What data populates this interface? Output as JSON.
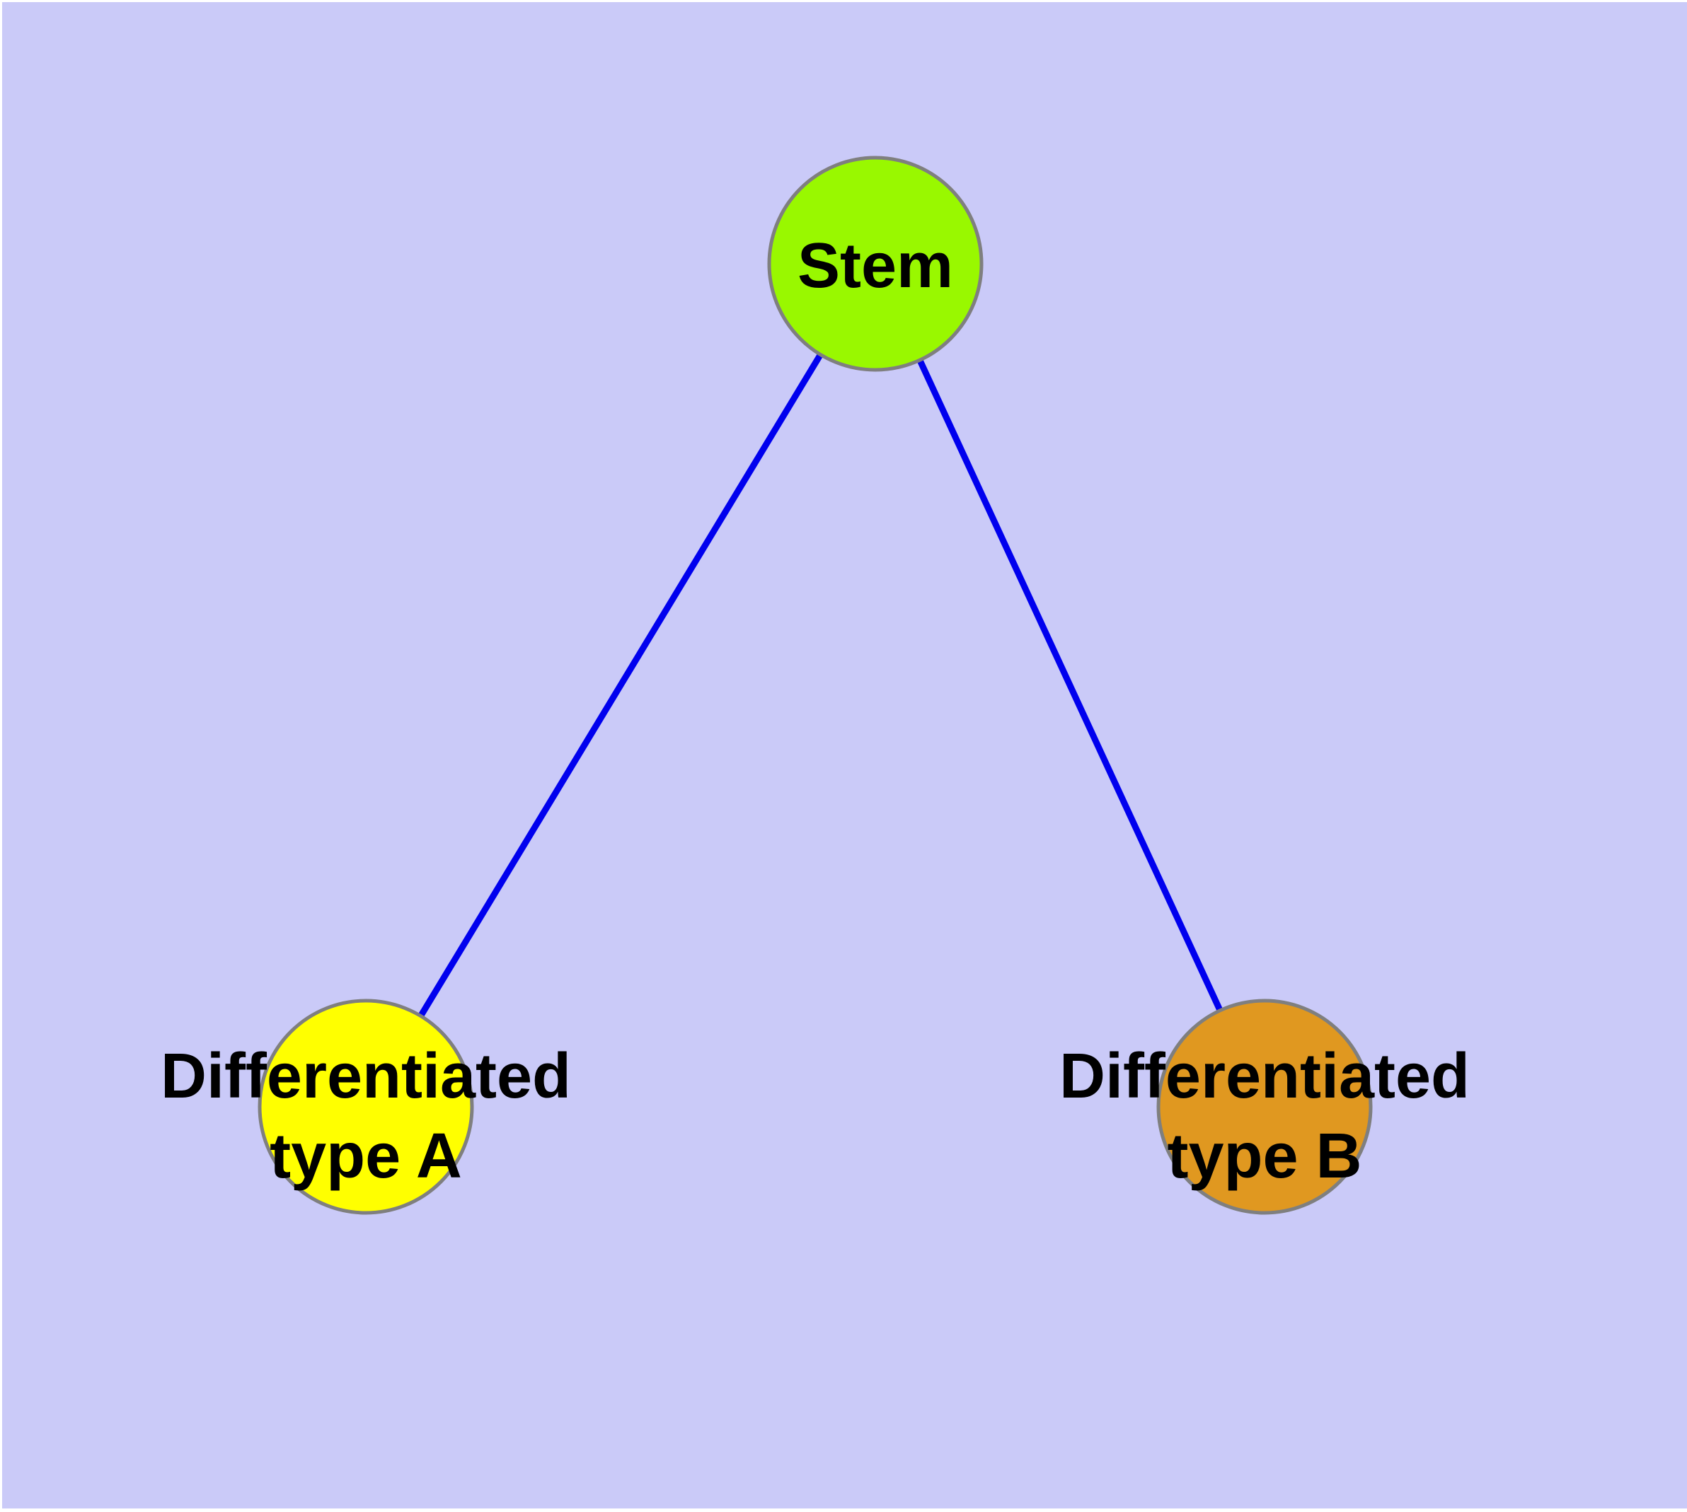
{
  "diagram": {
    "type": "node-link-graph",
    "background_color": "#CACAF8",
    "frame_color": "#FFFFFF",
    "edge_color": "#0000EE",
    "node_border_color": "#7F7F7F",
    "label_color": "#000000",
    "nodes": [
      {
        "id": "stem",
        "label": "Stem",
        "fill": "#99F800"
      },
      {
        "id": "differentiated-type-a",
        "label_line1": "Differentiated",
        "label_line2": "type A",
        "fill": "#FFFF00"
      },
      {
        "id": "differentiated-type-b",
        "label_line1": "Differentiated",
        "label_line2": "type B",
        "fill": "#E09820"
      }
    ],
    "edges": [
      {
        "from": "stem",
        "to": "differentiated-type-a"
      },
      {
        "from": "stem",
        "to": "differentiated-type-b"
      }
    ]
  }
}
